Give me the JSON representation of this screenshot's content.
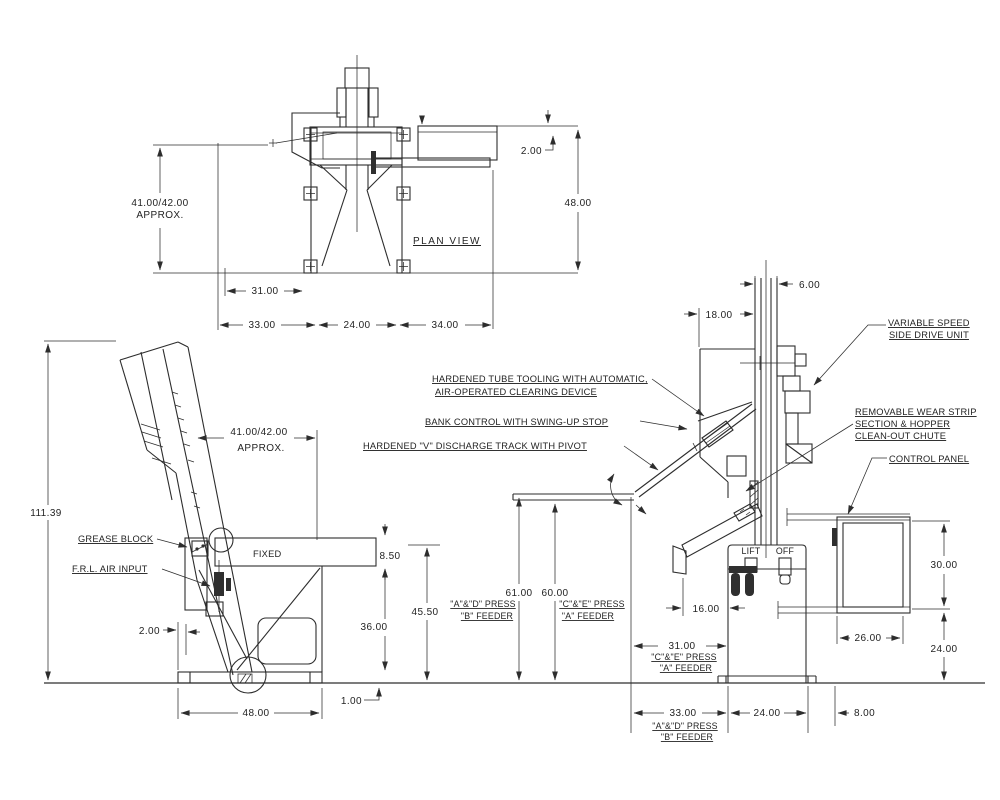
{
  "drawing": {
    "colors": {
      "line": "#2d2d2d",
      "background": "#ffffff"
    },
    "plan_view": {
      "title": "PLAN VIEW",
      "dim_width": "41.00/42.00",
      "dim_width_suffix": "APPROX.",
      "dim_tray_gap": "2.00",
      "dim_depth": "48.00",
      "dim_offset": "31.00",
      "dim_left": "33.00",
      "dim_center": "24.00",
      "dim_right": "34.00"
    },
    "side_view": {
      "dim_total_height": "111.39",
      "label_grease_block": "GREASE BLOCK",
      "label_frl": "F.R.L. AIR INPUT",
      "label_fixed": "FIXED",
      "dim_reach": "41.00/42.00",
      "dim_reach_suffix": "APPROX.",
      "dim_track": "8.50",
      "dim_toe": "2.00",
      "dim_frame": "36.00",
      "dim_deck": "45.50",
      "dim_base": "48.00",
      "dim_pad": "1.00"
    },
    "callouts": {
      "tube_tooling_line1": "HARDENED TUBE TOOLING WITH AUTOMATIC,",
      "tube_tooling_line2": "AIR-OPERATED CLEARING DEVICE",
      "bank_control": "BANK CONTROL WITH SWING-UP STOP",
      "discharge_track": "HARDENED \"V\" DISCHARGE TRACK WITH PIVOT",
      "drive_line1": "VARIABLE SPEED",
      "drive_line2": "SIDE DRIVE UNIT",
      "wear_line1": "REMOVABLE WEAR STRIP",
      "wear_line2": "SECTION & HOPPER",
      "wear_line3": "CLEAN-OUT CHUTE",
      "control_panel": "CONTROL PANEL"
    },
    "press_labels": {
      "ad_press": "\"A\"&\"D\" PRESS",
      "b_feeder": "\"B\" FEEDER",
      "ce_press": "\"C\"&\"E\" PRESS",
      "a_feeder": "\"A\" FEEDER"
    },
    "end_view": {
      "dim_col": "6.00",
      "dim_hopper": "18.00",
      "label_lift": "LIFT",
      "label_off": "OFF",
      "dim_chute": "16.00",
      "dim_discharge_a": "61.00",
      "dim_discharge_b": "60.00",
      "dim_offset": "31.00",
      "dim_panel_width": "26.00",
      "dim_panel_height": "30.00",
      "dim_panel_base": "24.00",
      "dim_base_left": "33.00",
      "dim_base_mid": "24.00",
      "dim_base_right": "8.00"
    }
  }
}
